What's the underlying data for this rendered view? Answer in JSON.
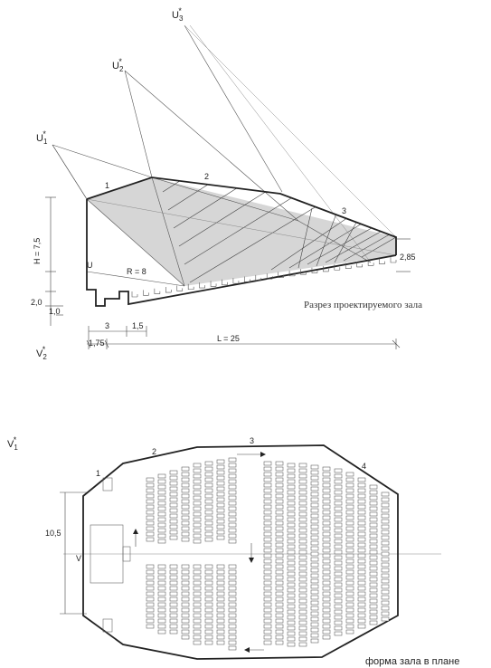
{
  "section": {
    "caption": "Разрез проектируемого зала",
    "labels": {
      "u1": "U1*",
      "u2": "U2*",
      "u3": "U3*",
      "u": "U",
      "r": "R = 8",
      "h": "H = 7,5",
      "h_right": "2,85",
      "d_2": "2,0",
      "d_1": "1,0",
      "d_3": "3",
      "d_15": "1,5",
      "d_175": "1,75",
      "l": "L = 25",
      "v2": "V2*",
      "seg1": "1",
      "seg2": "2",
      "seg3": "3"
    }
  },
  "plan": {
    "caption": "форма зала в плане",
    "labels": {
      "v1": "V1*",
      "v": "V",
      "w": "10,5",
      "seg1": "1",
      "seg2": "2",
      "seg3": "3",
      "seg4": "4"
    }
  }
}
